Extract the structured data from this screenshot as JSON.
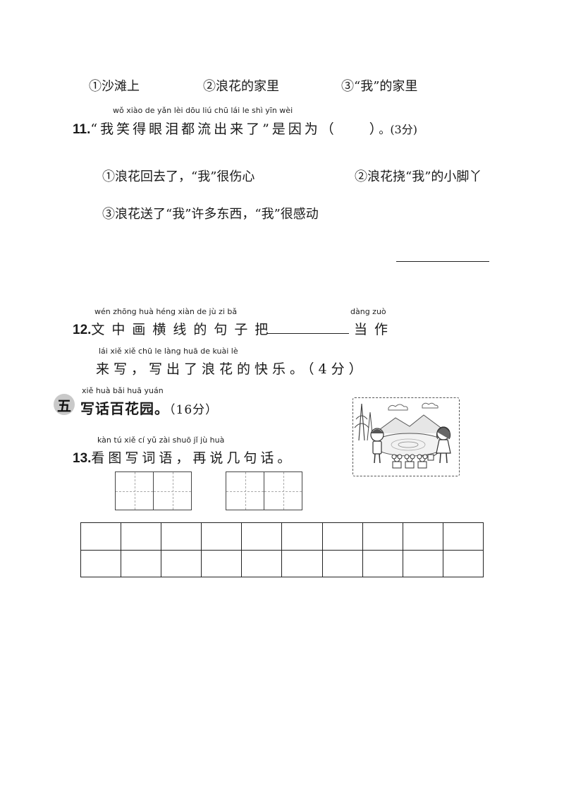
{
  "q10": {
    "options": [
      "①沙滩上",
      "②浪花的家里",
      "③“我”的家里"
    ]
  },
  "q11": {
    "pinyin": "wǒ xiào de  yǎn  lèi  dōu  liú  chū  lái  le      shì  yīn  wèi",
    "number": "11.",
    "text": "“我笑得眼泪都流出来了”是因为（　　）",
    "score": "。(3分)",
    "options": [
      "①浪花回去了，“我”很伤心",
      "②浪花挠“我”的小脚丫",
      "③浪花送了“我”许多东西，“我”很感动"
    ]
  },
  "q12": {
    "pinyin1": "wén zhōng huà héng xiàn  de  jù  zi  bǎ",
    "pinyin1b": "dàng zuò",
    "number": "12.",
    "text1a": "文中画横线的句子把",
    "text1b": "当作",
    "pinyin2": "lái  xiě     xiě  chū  le  làng huā  de  kuài  lè",
    "text2": "来写，写出了浪花的快乐。（4分）"
  },
  "section5": {
    "mark": "五",
    "pinyin": "xiě  huà  bǎi  huā  yuán",
    "title": "写话百花园。",
    "score": "（16分）"
  },
  "q13": {
    "pinyin": "kàn  tú   xiě   cí   yǔ      zài  shuō  jǐ   jù  huà",
    "number": "13.",
    "text": "看图写词语，再说几句话。"
  }
}
